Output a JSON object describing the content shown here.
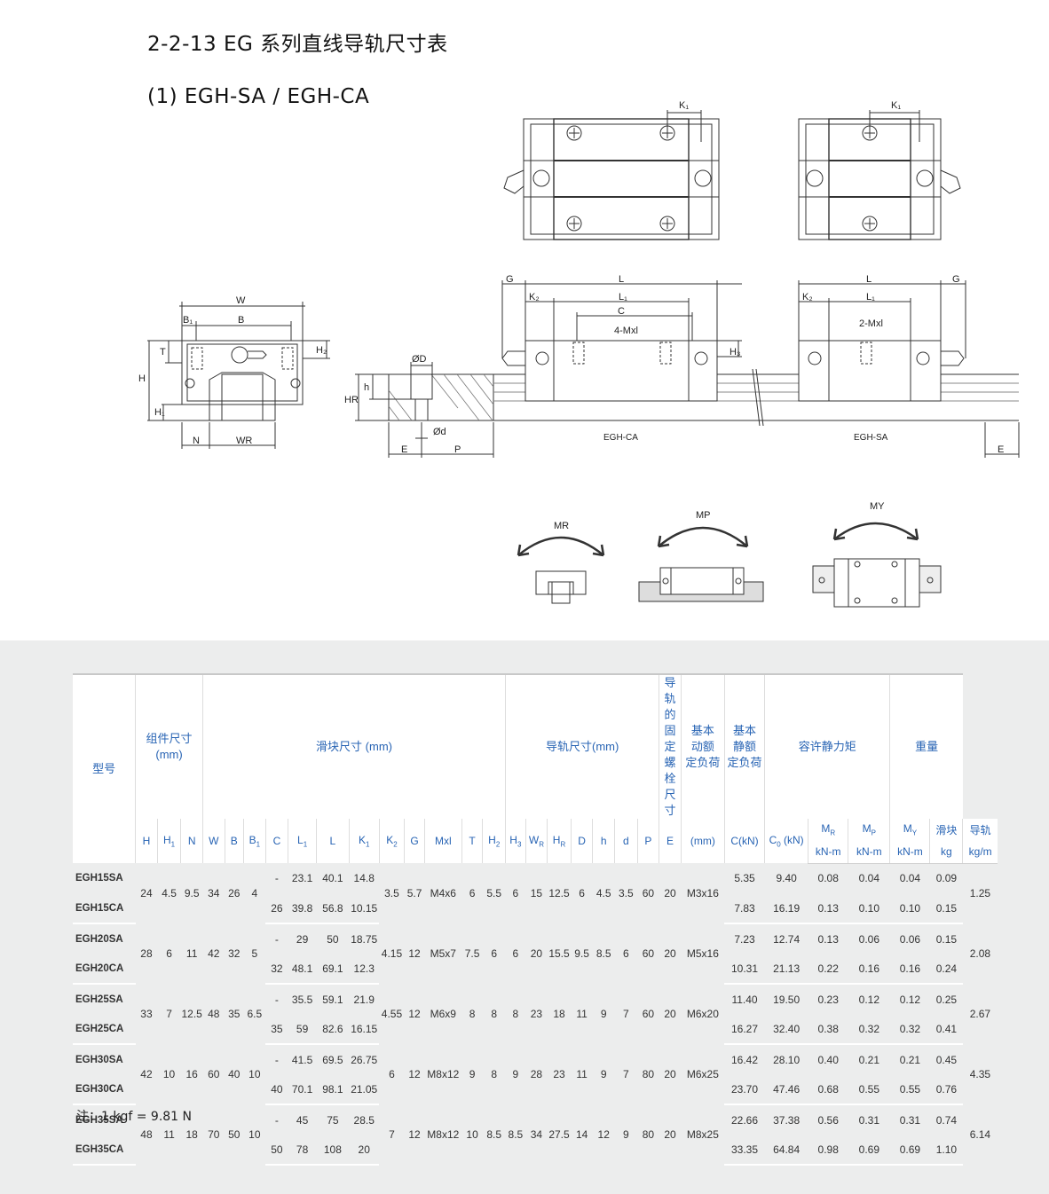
{
  "section_title": "2-2-13 EG 系列直线导轨尺寸表",
  "subsection_title": "(1) EGH-SA / EGH-CA",
  "drawing": {
    "labels": {
      "K1": "K₁",
      "W": "W",
      "B1": "B₁",
      "B": "B",
      "T": "T",
      "H2": "H₂",
      "H": "H",
      "H1": "H₁",
      "N": "N",
      "WR": "WR",
      "G": "G",
      "L": "L",
      "K2": "K₂",
      "L1": "L₁",
      "C": "C",
      "mxl4": "4-Mxl",
      "mxl2": "2-Mxl",
      "H3": "H₃",
      "OD": "ØD",
      "HR": "HR",
      "h": "h",
      "Od": "Ød",
      "E": "E",
      "P": "P",
      "egh_ca": "EGH-CA",
      "egh_sa": "EGH-SA",
      "MR": "MR",
      "MP": "MP",
      "MY": "MY"
    }
  },
  "table": {
    "header_groups": {
      "model": "型号",
      "assembly": "组件尺寸\n(mm)",
      "block": "滑块尺寸 (mm)",
      "rail": "导轨尺寸(mm)",
      "bolt": "导轨的\n固定螺\n栓尺寸",
      "dynamic": "基本\n动额\n定负荷",
      "static": "基本\n静额\n定负荷",
      "moment": "容许静力矩",
      "weight": "重量"
    },
    "sub_headers": {
      "mr": "MR",
      "mp": "MP",
      "my": "MY",
      "block_w": "滑块",
      "rail_w": "导轨"
    },
    "col_headers": [
      "H",
      "H1",
      "N",
      "W",
      "B",
      "B1",
      "C",
      "L1",
      "L",
      "K1",
      "K2",
      "G",
      "Mxl",
      "T",
      "H2",
      "H3",
      "WR",
      "HR",
      "D",
      "h",
      "d",
      "P",
      "E",
      "(mm)",
      "C(kN)",
      "C0 (kN)",
      "kN-m",
      "kN-m",
      "kN-m",
      "kg",
      "kg/m"
    ],
    "rows": [
      {
        "model": "EGH15SA",
        "H": "24",
        "H1": "4.5",
        "N": "9.5",
        "W": "34",
        "B": "26",
        "B1": "4",
        "C": "-",
        "L1": "23.1",
        "L": "40.1",
        "K1": "14.8",
        "K2": "3.5",
        "G": "5.7",
        "Mxl": "M4x6",
        "T": "6",
        "H2": "5.5",
        "H3": "6",
        "WR": "15",
        "HR": "12.5",
        "D": "6",
        "h": "4.5",
        "d": "3.5",
        "P": "60",
        "E": "20",
        "bolt": "M3x16",
        "Ck": "5.35",
        "C0": "9.40",
        "MR": "0.08",
        "MP": "0.04",
        "MY": "0.04",
        "kg": "0.09",
        "kgm": "1.25"
      },
      {
        "model": "EGH15CA",
        "C": "26",
        "L1": "39.8",
        "L": "56.8",
        "K1": "10.15",
        "Ck": "7.83",
        "C0": "16.19",
        "MR": "0.13",
        "MP": "0.10",
        "MY": "0.10",
        "kg": "0.15"
      },
      {
        "model": "EGH20SA",
        "H": "28",
        "H1": "6",
        "N": "11",
        "W": "42",
        "B": "32",
        "B1": "5",
        "C": "-",
        "L1": "29",
        "L": "50",
        "K1": "18.75",
        "K2": "4.15",
        "G": "12",
        "Mxl": "M5x7",
        "T": "7.5",
        "H2": "6",
        "H3": "6",
        "WR": "20",
        "HR": "15.5",
        "D": "9.5",
        "h": "8.5",
        "d": "6",
        "P": "60",
        "E": "20",
        "bolt": "M5x16",
        "Ck": "7.23",
        "C0": "12.74",
        "MR": "0.13",
        "MP": "0.06",
        "MY": "0.06",
        "kg": "0.15",
        "kgm": "2.08"
      },
      {
        "model": "EGH20CA",
        "C": "32",
        "L1": "48.1",
        "L": "69.1",
        "K1": "12.3",
        "Ck": "10.31",
        "C0": "21.13",
        "MR": "0.22",
        "MP": "0.16",
        "MY": "0.16",
        "kg": "0.24"
      },
      {
        "model": "EGH25SA",
        "H": "33",
        "H1": "7",
        "N": "12.5",
        "W": "48",
        "B": "35",
        "B1": "6.5",
        "C": "-",
        "L1": "35.5",
        "L": "59.1",
        "K1": "21.9",
        "K2": "4.55",
        "G": "12",
        "Mxl": "M6x9",
        "T": "8",
        "H2": "8",
        "H3": "8",
        "WR": "23",
        "HR": "18",
        "D": "11",
        "h": "9",
        "d": "7",
        "P": "60",
        "E": "20",
        "bolt": "M6x20",
        "Ck": "11.40",
        "C0": "19.50",
        "MR": "0.23",
        "MP": "0.12",
        "MY": "0.12",
        "kg": "0.25",
        "kgm": "2.67"
      },
      {
        "model": "EGH25CA",
        "C": "35",
        "L1": "59",
        "L": "82.6",
        "K1": "16.15",
        "Ck": "16.27",
        "C0": "32.40",
        "MR": "0.38",
        "MP": "0.32",
        "MY": "0.32",
        "kg": "0.41"
      },
      {
        "model": "EGH30SA",
        "H": "42",
        "H1": "10",
        "N": "16",
        "W": "60",
        "B": "40",
        "B1": "10",
        "C": "-",
        "L1": "41.5",
        "L": "69.5",
        "K1": "26.75",
        "K2": "6",
        "G": "12",
        "Mxl": "M8x12",
        "T": "9",
        "H2": "8",
        "H3": "9",
        "WR": "28",
        "HR": "23",
        "D": "11",
        "h": "9",
        "d": "7",
        "P": "80",
        "E": "20",
        "bolt": "M6x25",
        "Ck": "16.42",
        "C0": "28.10",
        "MR": "0.40",
        "MP": "0.21",
        "MY": "0.21",
        "kg": "0.45",
        "kgm": "4.35"
      },
      {
        "model": "EGH30CA",
        "C": "40",
        "L1": "70.1",
        "L": "98.1",
        "K1": "21.05",
        "Ck": "23.70",
        "C0": "47.46",
        "MR": "0.68",
        "MP": "0.55",
        "MY": "0.55",
        "kg": "0.76"
      },
      {
        "model": "EGH35SA",
        "H": "48",
        "H1": "11",
        "N": "18",
        "W": "70",
        "B": "50",
        "B1": "10",
        "C": "-",
        "L1": "45",
        "L": "75",
        "K1": "28.5",
        "K2": "7",
        "G": "12",
        "Mxl": "M8x12",
        "T": "10",
        "H2": "8.5",
        "H3": "8.5",
        "WR": "34",
        "HR": "27.5",
        "D": "14",
        "h": "12",
        "d": "9",
        "P": "80",
        "E": "20",
        "bolt": "M8x25",
        "Ck": "22.66",
        "C0": "37.38",
        "MR": "0.56",
        "MP": "0.31",
        "MY": "0.31",
        "kg": "0.74",
        "kgm": "6.14"
      },
      {
        "model": "EGH35CA",
        "C": "50",
        "L1": "78",
        "L": "108",
        "K1": "20",
        "Ck": "33.35",
        "C0": "64.84",
        "MR": "0.98",
        "MP": "0.69",
        "MY": "0.69",
        "kg": "1.10"
      }
    ]
  },
  "note": "注：1 kgf = 9.81 N",
  "colors": {
    "header_text": "#2864b4",
    "panel_bg": "#eceded"
  }
}
